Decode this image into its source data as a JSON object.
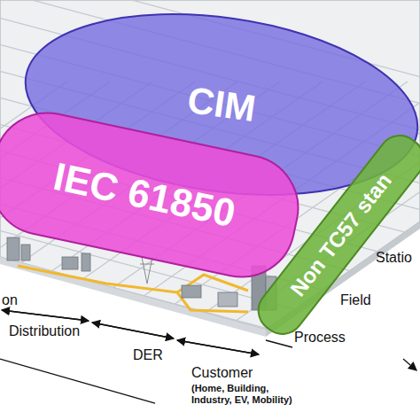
{
  "diagram": {
    "nodes": [
      {
        "text": [
          "CIM"
        ]
      },
      {
        "text": [
          "IEC 61850"
        ]
      },
      {
        "text": [
          "Non TC57 stan"
        ]
      }
    ],
    "labels": [
      "on",
      "Distribution",
      "DER",
      "Customer",
      "(Home, Building, Industry, EV, Mobility)",
      "Statio",
      "Field",
      "Process"
    ]
  }
}
